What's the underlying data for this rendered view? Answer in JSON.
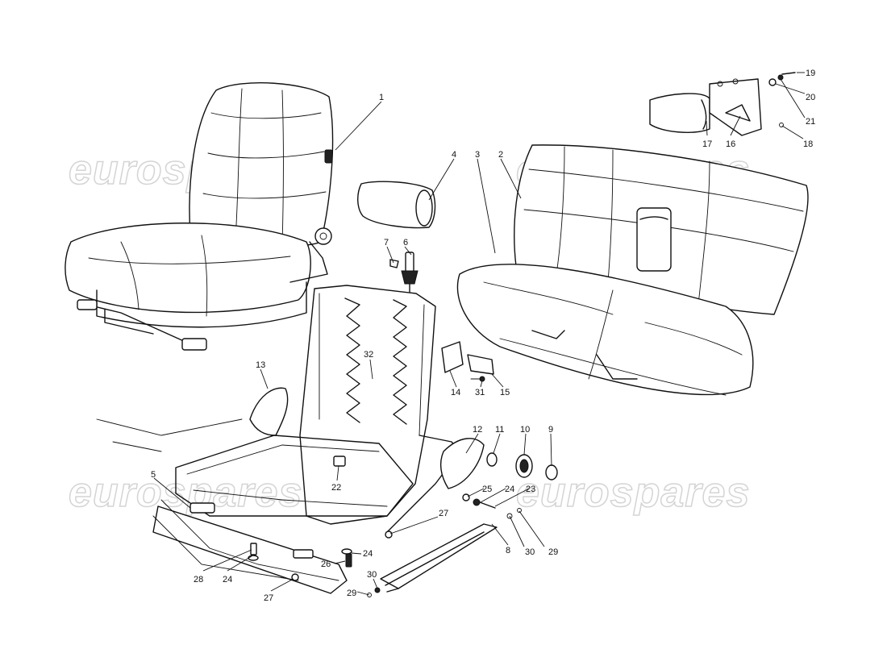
{
  "watermarks": [
    "eurospares",
    "eurospares",
    "eurospares",
    "eurospares"
  ],
  "callouts": [
    "1",
    "2",
    "3",
    "4",
    "5",
    "6",
    "7",
    "8",
    "9",
    "10",
    "11",
    "12",
    "13",
    "14",
    "15",
    "16",
    "17",
    "18",
    "19",
    "20",
    "21",
    "22",
    "23",
    "24",
    "24",
    "24",
    "25",
    "26",
    "27",
    "27",
    "28",
    "29",
    "29",
    "30",
    "30",
    "31",
    "32"
  ]
}
